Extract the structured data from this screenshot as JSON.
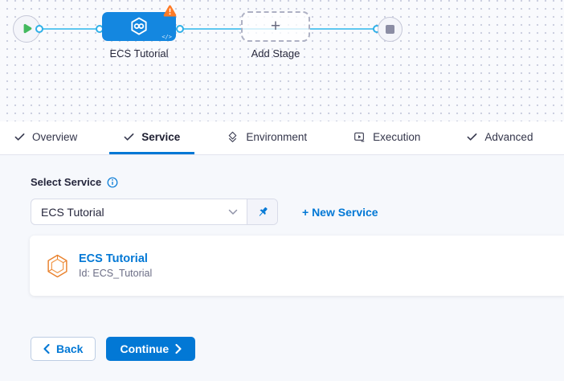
{
  "canvas": {
    "stage_label": "ECS Tutorial",
    "add_stage_label": "Add Stage",
    "code_badge": "</>"
  },
  "tabs": [
    {
      "label": "Overview",
      "icon": "check-icon",
      "active": false
    },
    {
      "label": "Service",
      "icon": "check-icon",
      "active": true
    },
    {
      "label": "Environment",
      "icon": "layers-icon",
      "active": false
    },
    {
      "label": "Execution",
      "icon": "play-square-icon",
      "active": false
    },
    {
      "label": "Advanced",
      "icon": "check-icon",
      "active": false
    }
  ],
  "service_section": {
    "label": "Select Service",
    "dropdown": {
      "value": "ECS Tutorial"
    },
    "new_service_label": "+ New Service",
    "card": {
      "title": "ECS Tutorial",
      "id_text": "Id: ECS_Tutorial"
    }
  },
  "footer": {
    "back_label": "Back",
    "continue_label": "Continue"
  },
  "glyphs": {
    "plus": "+",
    "check": "✓",
    "chevron_left": "‹",
    "chevron_right": "›"
  },
  "icons": {
    "play": "triangle-right",
    "harness-logo": "hexagon-infinity",
    "warning": "triangle-exclamation",
    "code": "angle-brackets",
    "stop": "square",
    "check": "checkmark",
    "environment": "stacked-diamonds",
    "execution": "play-in-square",
    "info": "circle-i",
    "chevron-down": "v-chevron",
    "pin": "pushpin",
    "service": "hexagon-cube"
  },
  "colors": {
    "primary_blue": "#0278d5",
    "stage_node_blue": "#1487e0",
    "connector_cyan": "#5ec8f0",
    "warning_orange": "#ff7b26",
    "play_green": "#43b95e",
    "service_icon_orange": "#e9812c",
    "canvas_dot": "#c9cdde",
    "end_square_gray": "#8b8da4"
  }
}
